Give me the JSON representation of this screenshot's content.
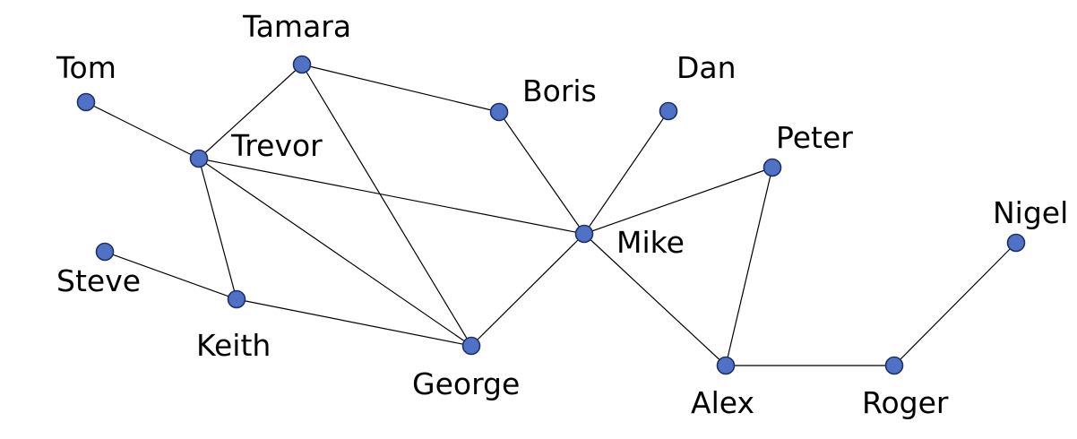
{
  "graph": {
    "nodes": [
      {
        "id": "tom",
        "label": "Tom"
      },
      {
        "id": "tamara",
        "label": "Tamara"
      },
      {
        "id": "boris",
        "label": "Boris"
      },
      {
        "id": "dan",
        "label": "Dan"
      },
      {
        "id": "trevor",
        "label": "Trevor"
      },
      {
        "id": "peter",
        "label": "Peter"
      },
      {
        "id": "mike",
        "label": "Mike"
      },
      {
        "id": "nigel",
        "label": "Nigel"
      },
      {
        "id": "steve",
        "label": "Steve"
      },
      {
        "id": "keith",
        "label": "Keith"
      },
      {
        "id": "george",
        "label": "George"
      },
      {
        "id": "alex",
        "label": "Alex"
      },
      {
        "id": "roger",
        "label": "Roger"
      }
    ],
    "edges": [
      [
        "tom",
        "trevor"
      ],
      [
        "tamara",
        "trevor"
      ],
      [
        "tamara",
        "boris"
      ],
      [
        "tamara",
        "george"
      ],
      [
        "boris",
        "mike"
      ],
      [
        "dan",
        "mike"
      ],
      [
        "trevor",
        "mike"
      ],
      [
        "trevor",
        "george"
      ],
      [
        "trevor",
        "keith"
      ],
      [
        "steve",
        "keith"
      ],
      [
        "keith",
        "george"
      ],
      [
        "george",
        "mike"
      ],
      [
        "mike",
        "peter"
      ],
      [
        "mike",
        "alex"
      ],
      [
        "peter",
        "alex"
      ],
      [
        "alex",
        "roger"
      ],
      [
        "roger",
        "nigel"
      ]
    ],
    "colors": {
      "node_fill": "#4f72c7",
      "node_stroke": "#1e2f66",
      "edge": "#000000"
    }
  }
}
